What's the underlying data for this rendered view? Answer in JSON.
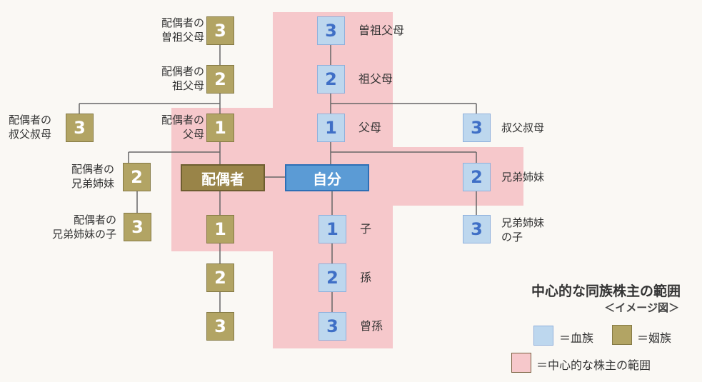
{
  "colors": {
    "blood": "#bdd7ee",
    "inlaw": "#b2a464",
    "range": "#f6c8cb",
    "self": "#5b9bd5",
    "spouse": "#998448"
  },
  "spouse_side": {
    "great_grandparents": {
      "label1": "配偶者の",
      "label2": "曽祖父母",
      "degree": "3"
    },
    "grandparents": {
      "label1": "配偶者の",
      "label2": "祖父母",
      "degree": "2"
    },
    "parents": {
      "label1": "配偶者の",
      "label2": "父母",
      "degree": "1"
    },
    "uncles": {
      "label1": "配偶者の",
      "label2": "叔父叔母",
      "degree": "3"
    },
    "siblings": {
      "label1": "配偶者の",
      "label2": "兄弟姉妹",
      "degree": "2"
    },
    "sibling_children": {
      "label1": "配偶者の",
      "label2": "兄弟姉妹の子",
      "degree": "3"
    },
    "spouse": "配偶者",
    "children": [
      "1",
      "2",
      "3"
    ]
  },
  "self_side": {
    "self": "自分",
    "great_grandparents": {
      "label": "曽祖父母",
      "degree": "3"
    },
    "grandparents": {
      "label": "祖父母",
      "degree": "2"
    },
    "parents": {
      "label": "父母",
      "degree": "1"
    },
    "uncles": {
      "label": "叔父叔母",
      "degree": "3"
    },
    "siblings": {
      "label": "兄弟姉妹",
      "degree": "2"
    },
    "sibling_children": {
      "label1": "兄弟姉妹",
      "label2": "の子",
      "degree": "3"
    },
    "children": {
      "label": "子",
      "degree": "1"
    },
    "grandchildren": {
      "label": "孫",
      "degree": "2"
    },
    "great_grandchildren": {
      "label": "曾孫",
      "degree": "3"
    }
  },
  "legend": {
    "title": "中心的な同族株主の範囲",
    "subtitle": "＜イメージ図＞",
    "blood": "＝血族",
    "inlaw": "＝姻族",
    "range": "＝中心的な株主の範囲"
  }
}
